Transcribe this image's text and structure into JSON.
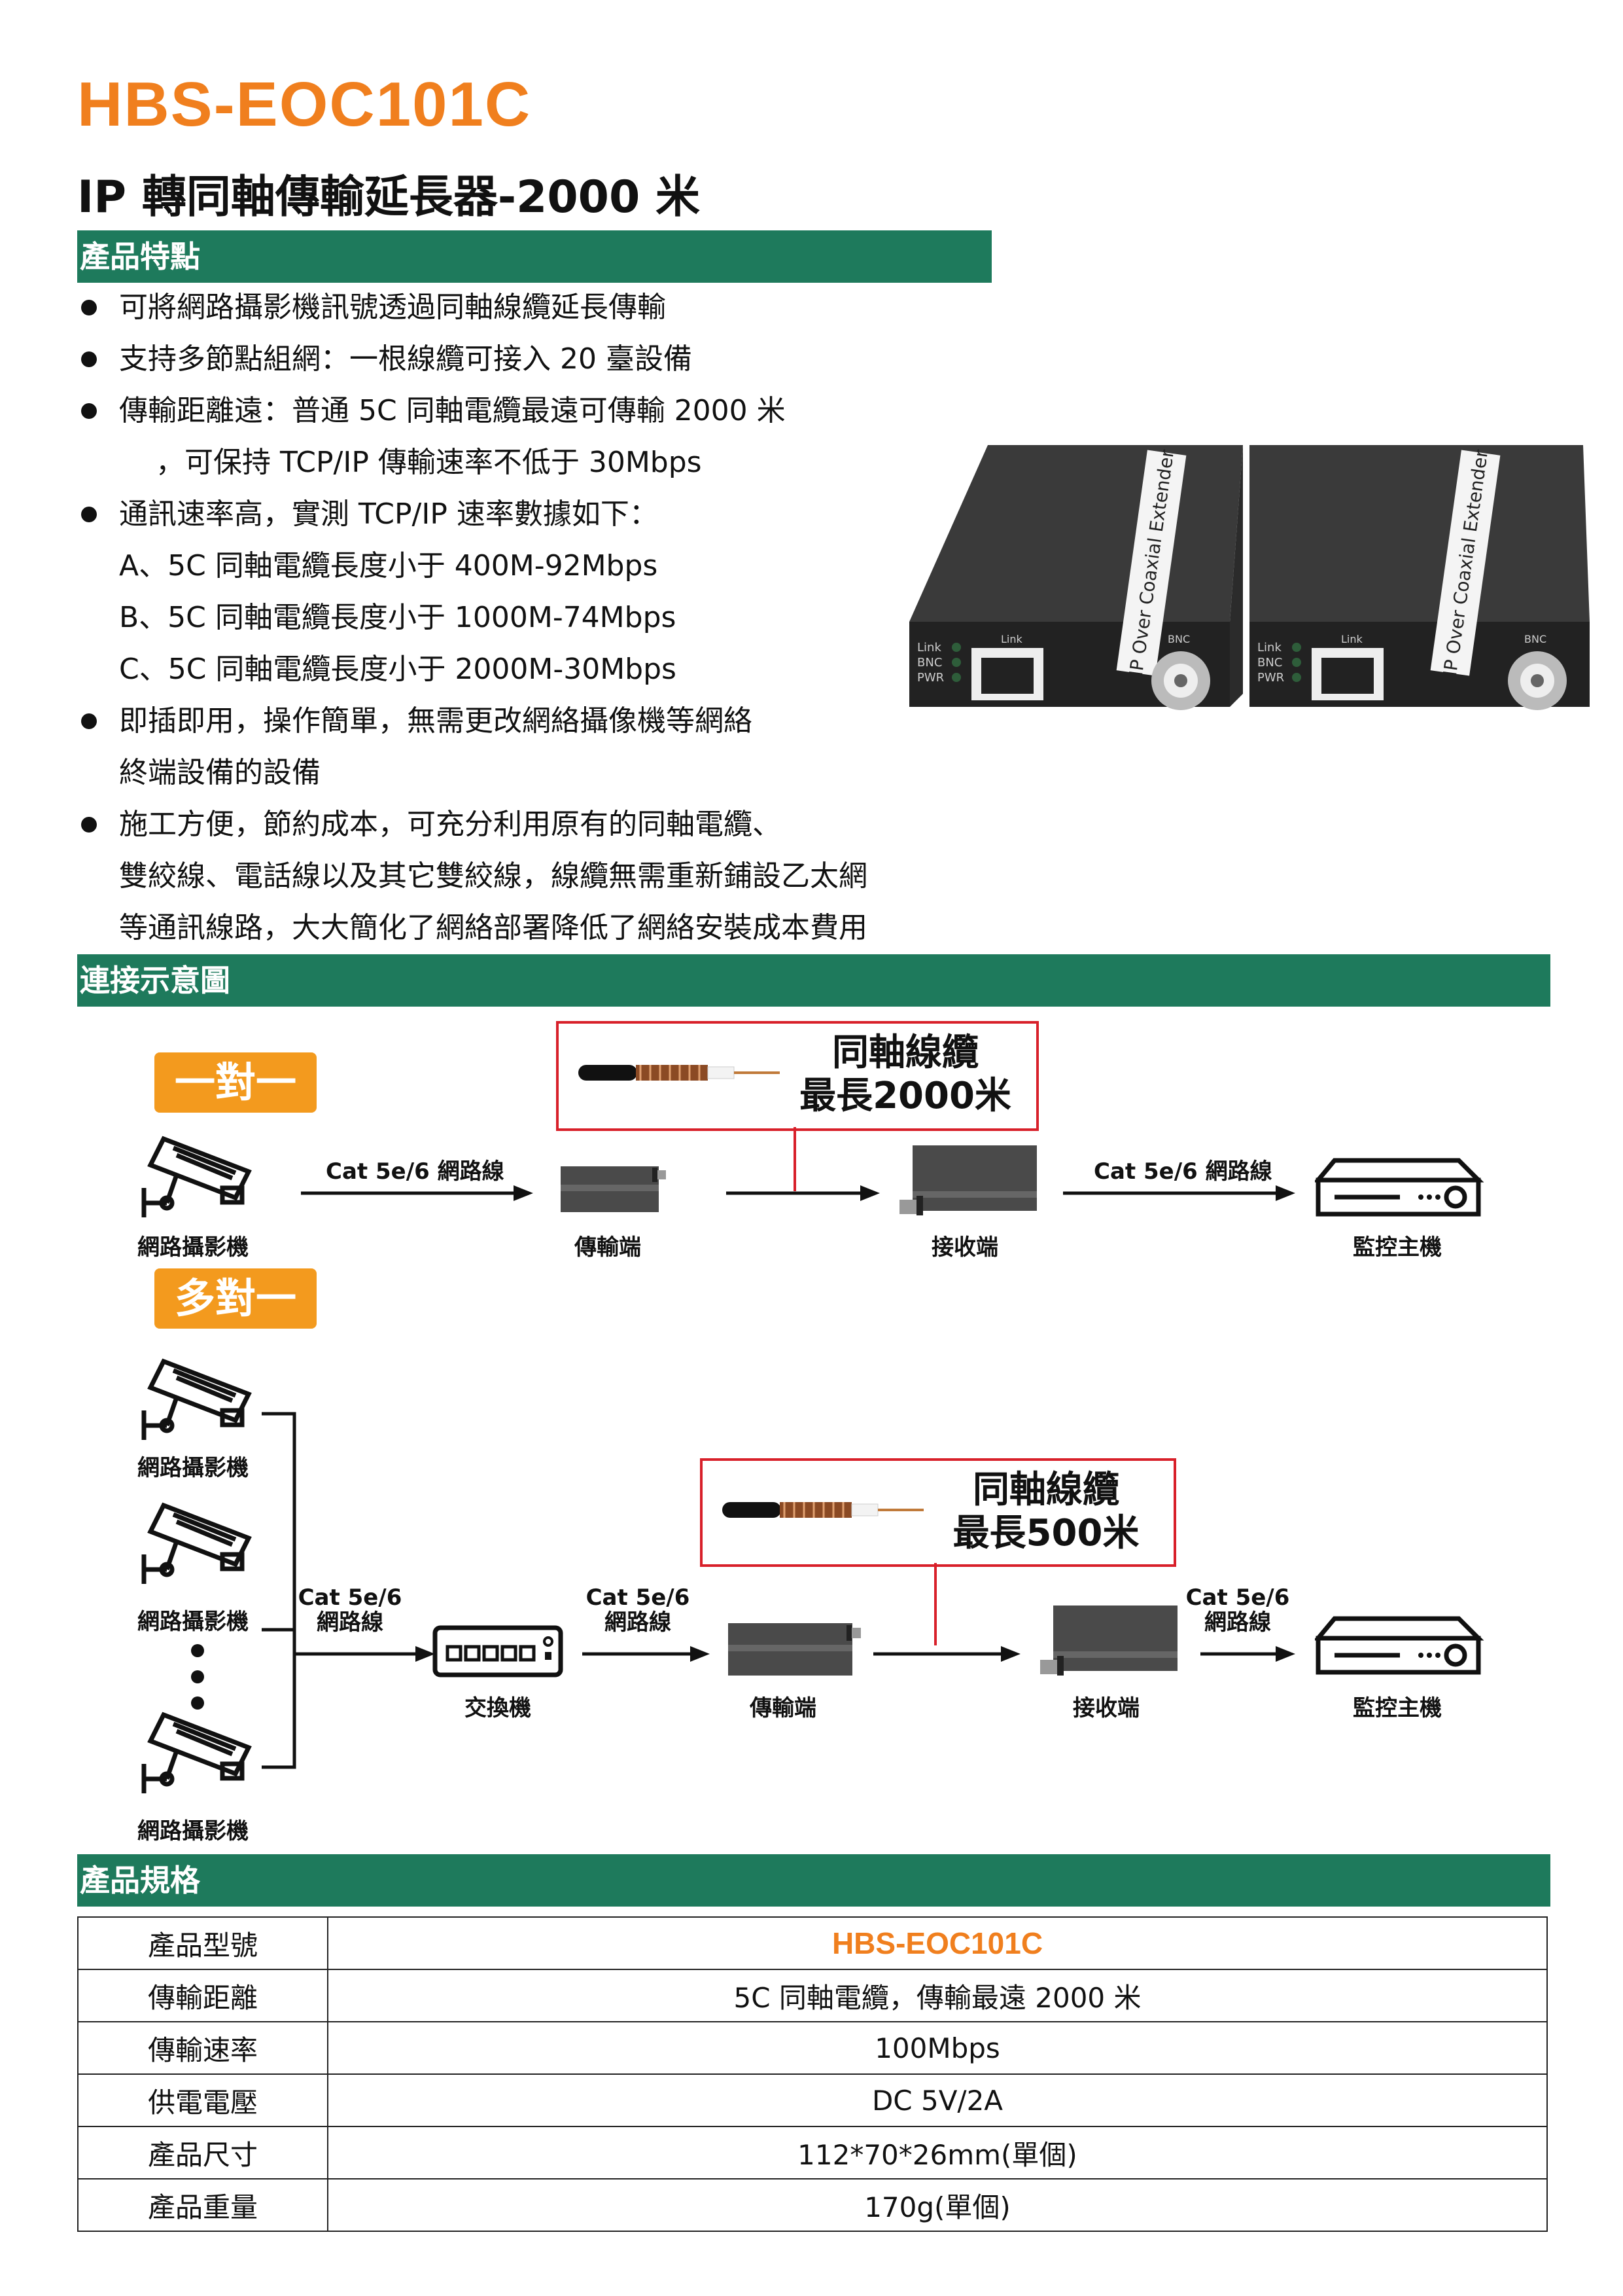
{
  "header": {
    "model": "HBS-EOC101C",
    "subtitle": "IP 轉同軸傳輸延長器-2000 米"
  },
  "features": {
    "section_title": "產品特點",
    "lines": [
      "可將網路攝影機訊號透過同軸線纜延長傳輸",
      "支持多節點組網：一根線纜可接入 20 臺設備",
      "傳輸距離遠：普通 5C 同軸電纜最遠可傳輸 2000 米",
      "，可保持 TCP/IP 傳輸速率不低于 30Mbps",
      "通訊速率高，實測 TCP/IP 速率數據如下：",
      "A、5C 同軸電纜長度小于 400M-92Mbps",
      "B、5C 同軸電纜長度小于 1000M-74Mbps",
      "C、5C 同軸電纜長度小于 2000M-30Mbps",
      "即插即用，操作簡單，無需更改網絡攝像機等網絡",
      "終端設備的設備",
      "施工方便，節約成本，可充分利用原有的同軸電纜、",
      "雙絞線、電話線以及其它雙絞線，線纜無需重新鋪設乙太網",
      "等通訊線路，大大簡化了網絡部署降低了網絡安裝成本費用"
    ]
  },
  "product_photo": {
    "panel_labels": [
      "Link",
      "BNC",
      "PWR"
    ],
    "port_labels": [
      "Link",
      "BNC"
    ],
    "top_label": "IP Over Coaxial Extender"
  },
  "diagram": {
    "section_title": "連接示意圖",
    "one_to_one": {
      "badge": "一對一",
      "cable_box": [
        "同軸線纜",
        "最長2000米"
      ],
      "cat_left": "Cat 5e/6 網路線",
      "cat_right": "Cat 5e/6 網路線",
      "camera": "網路攝影機",
      "transmitter": "傳輸端",
      "receiver": "接收端",
      "host": "監控主機"
    },
    "many_to_one": {
      "badge": "多對一",
      "cable_box": [
        "同軸線纜",
        "最長500米"
      ],
      "cat_1": [
        "Cat 5e/6",
        "網路線"
      ],
      "cat_2": [
        "Cat 5e/6",
        "網路線"
      ],
      "cat_3": [
        "Cat 5e/6",
        "網路線"
      ],
      "camera": "網路攝影機",
      "switch": "交換機",
      "transmitter": "傳輸端",
      "receiver": "接收端",
      "host": "監控主機"
    }
  },
  "specs": {
    "section_title": "產品規格",
    "rows": [
      {
        "key": "產品型號",
        "value": "HBS-EOC101C"
      },
      {
        "key": "傳輸距離",
        "value": "5C 同軸電纜，傳輸最遠 2000 米"
      },
      {
        "key": "傳輸速率",
        "value": "100Mbps"
      },
      {
        "key": "供電電壓",
        "value": "DC 5V/2A"
      },
      {
        "key": "產品尺寸",
        "value": "112*70*26mm(單個)"
      },
      {
        "key": "產品重量",
        "value": "170g(單個)"
      }
    ]
  },
  "colors": {
    "brand_orange": "#f07f1e",
    "section_green": "#1e7a5c",
    "badge_orange": "#f39a1e",
    "box_red": "#d8202a"
  }
}
